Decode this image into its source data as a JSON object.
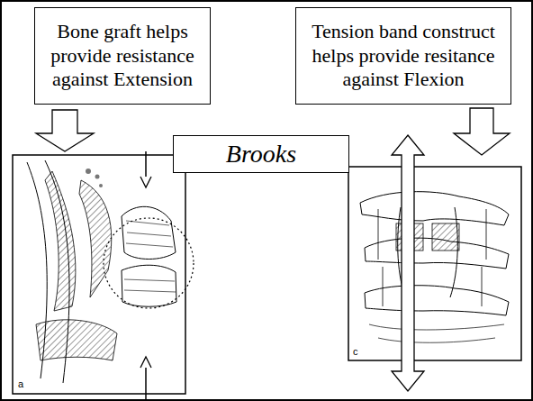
{
  "diagram": {
    "nodes": [
      {
        "text": [
          "Bone graft helps provide resistance against Extension"
        ]
      },
      {
        "text": [
          "Tension band construct helps provide resitance against Flexion"
        ]
      },
      {
        "text": [
          "Brooks"
        ]
      }
    ],
    "labels": [
      "a",
      "c"
    ]
  }
}
